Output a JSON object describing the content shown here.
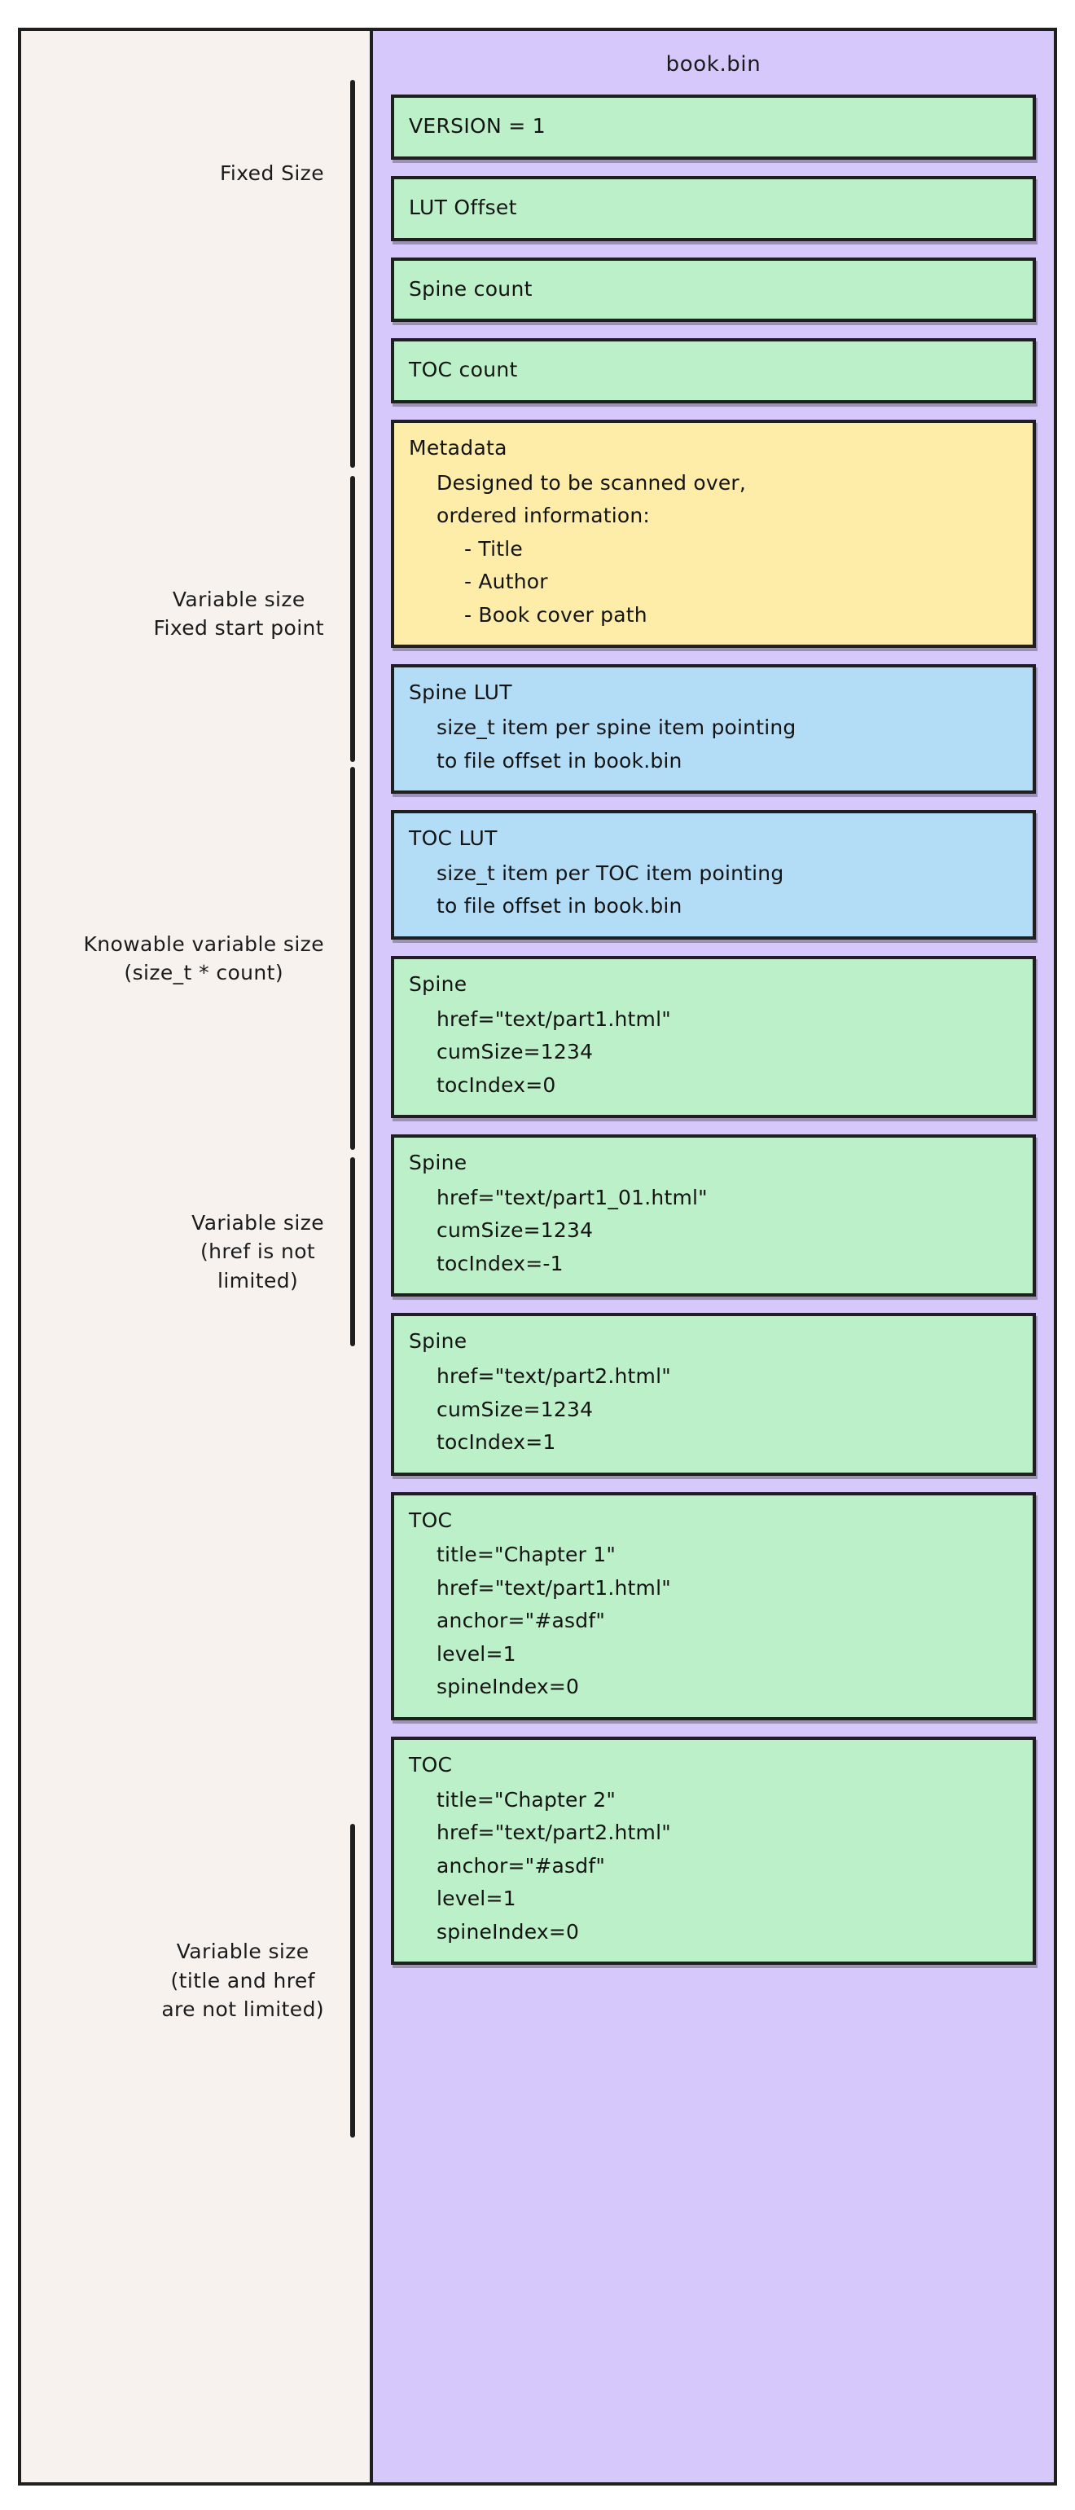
{
  "file": {
    "title": "book.bin"
  },
  "colors": {
    "background": "#FFFFFF",
    "labels_panel": "#F7F2EE",
    "file_panel": "#D6C8FB",
    "green_block": "#BCF0C8",
    "yellow_block": "#FDEDA8",
    "blue_block": "#B3DDF7",
    "stroke": "#1F1F1F"
  },
  "annotations": [
    {
      "id": "fixed-size",
      "text": "Fixed Size"
    },
    {
      "id": "variable-fixed-start",
      "text": "Variable size\nFixed start point"
    },
    {
      "id": "knowable-variable",
      "text": "Knowable variable size\n(size_t * count)"
    },
    {
      "id": "variable-href",
      "text": "Variable size\n(href is not\nlimited)"
    },
    {
      "id": "variable-title-href",
      "text": "Variable size\n(title and href\nare not limited)"
    }
  ],
  "blocks": [
    {
      "id": "version",
      "color": "green",
      "title": "VERSION = 1",
      "lines": []
    },
    {
      "id": "lut-offset",
      "color": "green",
      "title": "LUT Offset",
      "lines": []
    },
    {
      "id": "spine-count",
      "color": "green",
      "title": "Spine count",
      "lines": []
    },
    {
      "id": "toc-count",
      "color": "green",
      "title": "TOC count",
      "lines": []
    },
    {
      "id": "metadata",
      "color": "yellow",
      "title": "Metadata",
      "lines": [
        {
          "text": "Designed to be scanned over,",
          "sub": false
        },
        {
          "text": "ordered information:",
          "sub": false
        },
        {
          "text": "- Title",
          "sub": true
        },
        {
          "text": "- Author",
          "sub": true
        },
        {
          "text": "- Book cover path",
          "sub": true
        }
      ]
    },
    {
      "id": "spine-lut",
      "color": "blue",
      "title": "Spine LUT",
      "lines": [
        {
          "text": "size_t item per spine item pointing",
          "sub": false
        },
        {
          "text": "to file offset in book.bin",
          "sub": false
        }
      ]
    },
    {
      "id": "toc-lut",
      "color": "blue",
      "title": "TOC LUT",
      "lines": [
        {
          "text": "size_t item per TOC item pointing",
          "sub": false
        },
        {
          "text": "to file offset in book.bin",
          "sub": false
        }
      ]
    },
    {
      "id": "spine-1",
      "color": "green",
      "title": "Spine",
      "lines": [
        {
          "text": "href=\"text/part1.html\"",
          "sub": false
        },
        {
          "text": "cumSize=1234",
          "sub": false
        },
        {
          "text": "tocIndex=0",
          "sub": false
        }
      ]
    },
    {
      "id": "spine-2",
      "color": "green",
      "title": "Spine",
      "lines": [
        {
          "text": "href=\"text/part1_01.html\"",
          "sub": false
        },
        {
          "text": "cumSize=1234",
          "sub": false
        },
        {
          "text": "tocIndex=-1",
          "sub": false
        }
      ]
    },
    {
      "id": "spine-3",
      "color": "green",
      "title": "Spine",
      "lines": [
        {
          "text": "href=\"text/part2.html\"",
          "sub": false
        },
        {
          "text": "cumSize=1234",
          "sub": false
        },
        {
          "text": "tocIndex=1",
          "sub": false
        }
      ]
    },
    {
      "id": "toc-1",
      "color": "green",
      "title": "TOC",
      "lines": [
        {
          "text": "title=\"Chapter 1\"",
          "sub": false
        },
        {
          "text": "href=\"text/part1.html\"",
          "sub": false
        },
        {
          "text": "anchor=\"#asdf\"",
          "sub": false
        },
        {
          "text": "level=1",
          "sub": false
        },
        {
          "text": "spineIndex=0",
          "sub": false
        }
      ]
    },
    {
      "id": "toc-2",
      "color": "green",
      "title": "TOC",
      "lines": [
        {
          "text": "title=\"Chapter 2\"",
          "sub": false
        },
        {
          "text": "href=\"text/part2.html\"",
          "sub": false
        },
        {
          "text": "anchor=\"#asdf\"",
          "sub": false
        },
        {
          "text": "level=1",
          "sub": false
        },
        {
          "text": "spineIndex=0",
          "sub": false
        }
      ]
    }
  ]
}
